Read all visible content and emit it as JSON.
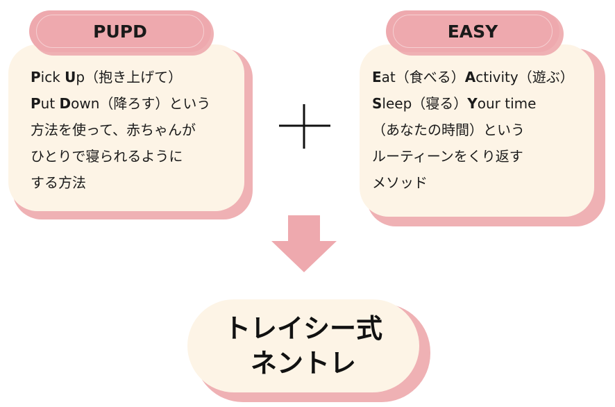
{
  "pupd": {
    "title": "PUPD",
    "lines": [
      {
        "b1": "P",
        "t1": "ick ",
        "b2": "U",
        "t2": "p（抱き上げて）"
      },
      {
        "b1": "P",
        "t1": "ut ",
        "b2": "D",
        "t2": "own（降ろす）という"
      },
      {
        "text": "方法を使って、赤ちゃんが"
      },
      {
        "text": "ひとりで寝られるように"
      },
      {
        "text": "する方法"
      }
    ]
  },
  "easy": {
    "title": "EASY",
    "lines": [
      {
        "b1": "E",
        "t1": "at（食べる）",
        "b2": "A",
        "t2": "ctivity（遊ぶ）"
      },
      {
        "b1": "S",
        "t1": "leep（寝る）",
        "b2": "Y",
        "t2": "our time"
      },
      {
        "text": "（あなたの時間）という"
      },
      {
        "text": "ルーティーンをくり返す"
      },
      {
        "text": "メソッド"
      }
    ]
  },
  "result": {
    "line1": "トレイシー式",
    "line2": "ネントレ"
  },
  "icons": {
    "plus": "plus-icon",
    "arrow": "down-arrow-icon"
  },
  "colors": {
    "pink": "#eea9ae",
    "pink_shadow": "#efb1b4",
    "cream": "#fdf4e6",
    "text": "#1a1a1a"
  }
}
